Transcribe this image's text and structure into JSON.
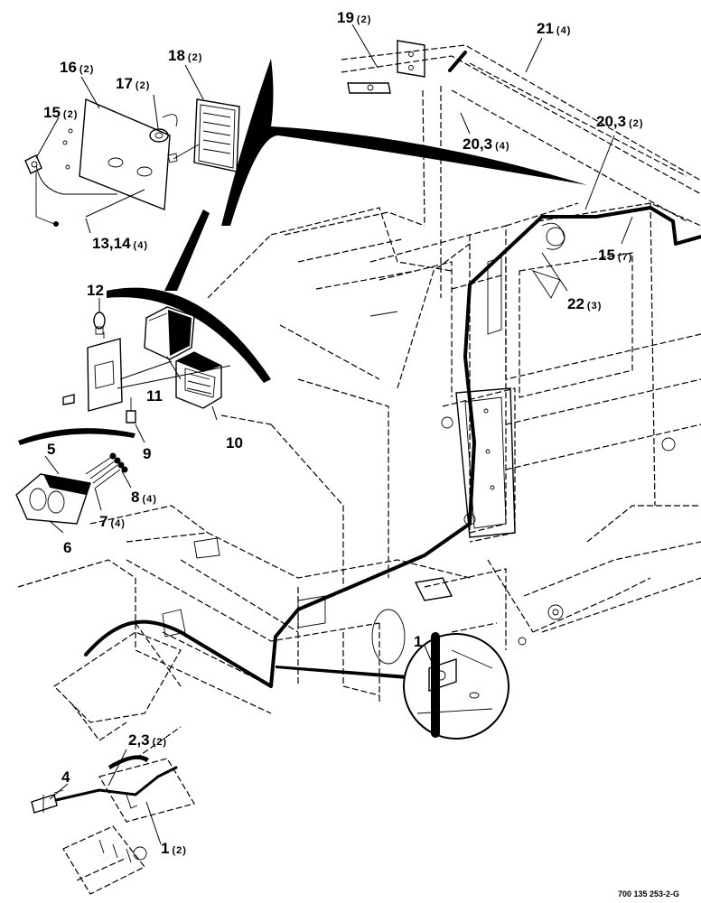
{
  "diagram": {
    "callouts": [
      {
        "id": "c1",
        "num": "1",
        "qty": ""
      },
      {
        "id": "c1b",
        "num": "1",
        "qty": "(2)"
      },
      {
        "id": "c23",
        "num": "2,3",
        "qty": "(2)"
      },
      {
        "id": "c4",
        "num": "4",
        "qty": ""
      },
      {
        "id": "c5",
        "num": "5",
        "qty": ""
      },
      {
        "id": "c6",
        "num": "6",
        "qty": ""
      },
      {
        "id": "c7",
        "num": "7",
        "qty": "(4)"
      },
      {
        "id": "c8",
        "num": "8",
        "qty": "(4)"
      },
      {
        "id": "c9",
        "num": "9",
        "qty": ""
      },
      {
        "id": "c10",
        "num": "10",
        "qty": ""
      },
      {
        "id": "c11",
        "num": "11",
        "qty": ""
      },
      {
        "id": "c12",
        "num": "12",
        "qty": ""
      },
      {
        "id": "c1314",
        "num": "13,14",
        "qty": "(4)"
      },
      {
        "id": "c15a",
        "num": "15",
        "qty": "(2)"
      },
      {
        "id": "c15b",
        "num": "15",
        "qty": "(7)"
      },
      {
        "id": "c16",
        "num": "16",
        "qty": "(2)"
      },
      {
        "id": "c17",
        "num": "17",
        "qty": "(2)"
      },
      {
        "id": "c18",
        "num": "18",
        "qty": "(2)"
      },
      {
        "id": "c19",
        "num": "19",
        "qty": "(2)"
      },
      {
        "id": "c203a",
        "num": "20,3",
        "qty": "(4)"
      },
      {
        "id": "c203b",
        "num": "20,3",
        "qty": "(2)"
      },
      {
        "id": "c21",
        "num": "21",
        "qty": "(4)"
      },
      {
        "id": "c22",
        "num": "22",
        "qty": "(3)"
      }
    ],
    "document_number": "700 135 253-2-G"
  }
}
